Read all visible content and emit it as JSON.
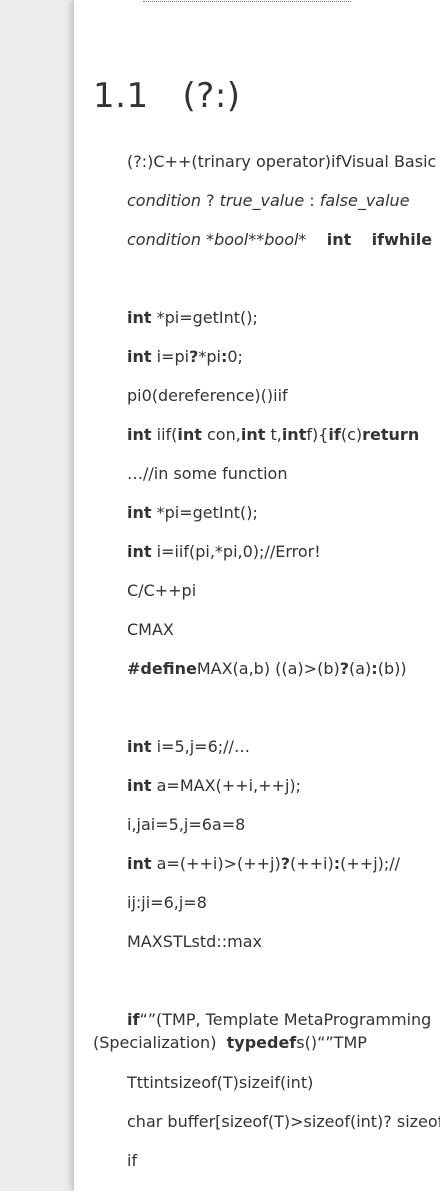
{
  "heading": {
    "number": "1.1",
    "title": "(?:)"
  },
  "paragraphs": {
    "p1": "(?:)C++(trinary operator)ifVisual Basic",
    "p2": {
      "a": "condition",
      "b": " ? ",
      "c": "true_value",
      "d": " : ",
      "e": "false_value"
    },
    "p3": {
      "a": "condition *bool**bool*",
      "b": "    ",
      "c": "int",
      "d": "    ",
      "e": "ifwhile"
    },
    "p4": {
      "k": "int",
      "t": " *pi=getInt();"
    },
    "p5": {
      "k": "int",
      "t1": " i=pi",
      "q": "?",
      "t2": "*pi",
      "c": ":",
      "t3": "0;"
    },
    "p6": "pi0(dereference)()iif",
    "p7": {
      "k1": "int",
      "t1": " iif(",
      "k2": "int",
      "t2": " con,",
      "k3": "int",
      "t3": " t,",
      "k4": "int",
      "t4": "f){",
      "k5": "if",
      "t5": "(c)",
      "k6": "return"
    },
    "p8": "…//in some function",
    "p9": {
      "k": "int",
      "t": " *pi=getInt();"
    },
    "p10": {
      "k": "int",
      "t": " i=iif(pi,*pi,0);//Error!"
    },
    "p11": "C/C++pi",
    "p12": "CMAX",
    "p13": {
      "k": "#define",
      "t1": "MAX(a,b) ((a)>(b)",
      "q": "?",
      "t2": "(a)",
      "c": ":",
      "t3": "(b))"
    },
    "p14": {
      "k": "int",
      "t": " i=5,j=6;//…"
    },
    "p15": {
      "k": "int",
      "t": " a=MAX(++i,++j);"
    },
    "p16": "i,jai=5,j=6a=8",
    "p17": {
      "k": "int",
      "t1": " a=(++i)>(++j)",
      "q": "?",
      "t2": "(++i)",
      "c": ":",
      "t3": "(++j);//"
    },
    "p18": "ij:ji=6,j=8",
    "p19": "MAXSTLstd::max",
    "p20": {
      "k": "if",
      "t": "“”(TMP, Template MetaProgramming"
    },
    "p20b": {
      "t1": "(Specialization)  ",
      "k": "typedef",
      "t2": "s()“”TMP"
    },
    "p21": "Tttintsizeof(T)sizeif(int)",
    "p22": "char buffer[sizeof(T)>sizeof(int)? sizeof",
    "p23": "if"
  }
}
